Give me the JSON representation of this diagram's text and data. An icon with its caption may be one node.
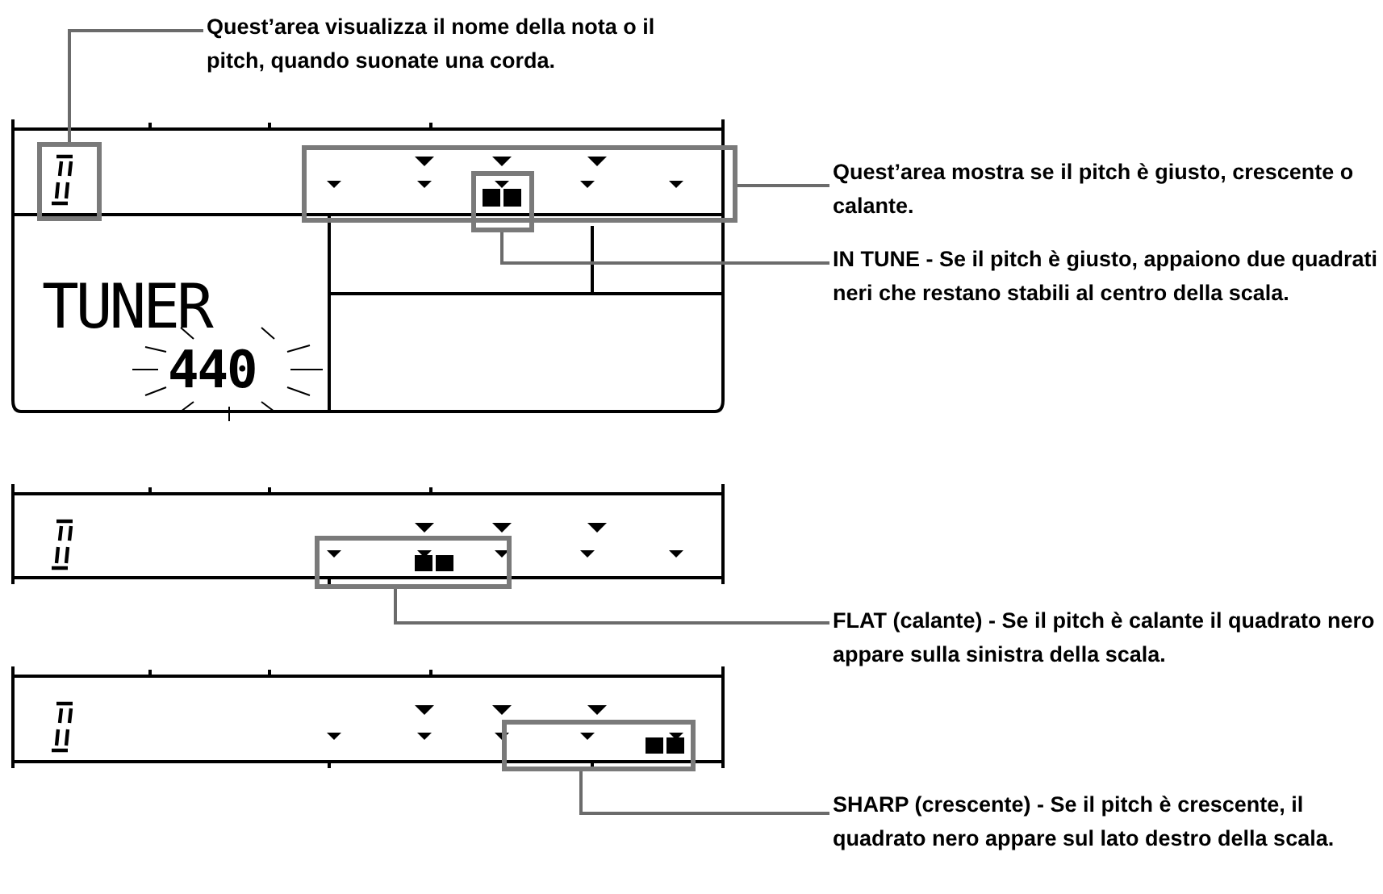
{
  "diagram": {
    "nodes": [
      {
        "text": [
          "Quest’area visualizza il nome della nota o il pitch, quando suonate una corda."
        ]
      },
      {
        "text": [],
        "shape": "box"
      },
      {
        "text": [
          "Quest’area mostra se il pitch è giusto, crescente o calante."
        ]
      },
      {
        "text": [],
        "shape": "box"
      },
      {
        "text": [
          "IN TUNE - Se il pitch è giusto, appaiono due quadrati neri che restano stabili al centro della scala."
        ]
      },
      {
        "text": [],
        "shape": "box"
      },
      {
        "text": [],
        "shape": "box"
      },
      {
        "text": [
          "FLAT (calante) - Se il pitch è calante il quadrato nero appare sulla sinistra della scala."
        ]
      },
      {
        "text": [],
        "shape": "box"
      },
      {
        "text": [
          "SHARP (crescente) - Se il pitch è crescente, il quadrato nero appare sul lato destro della scala."
        ]
      }
    ],
    "edges": [
      {
        "from": 0,
        "to": 1,
        "arrow": "none"
      },
      {
        "from": 2,
        "to": 3,
        "arrow": "none"
      },
      {
        "from": 4,
        "to": 5,
        "arrow": "none"
      },
      {
        "from": 7,
        "to": 6,
        "arrow": "none"
      },
      {
        "from": 9,
        "to": 8,
        "arrow": "none"
      }
    ],
    "labels": [
      "TUNER",
      "440"
    ]
  }
}
